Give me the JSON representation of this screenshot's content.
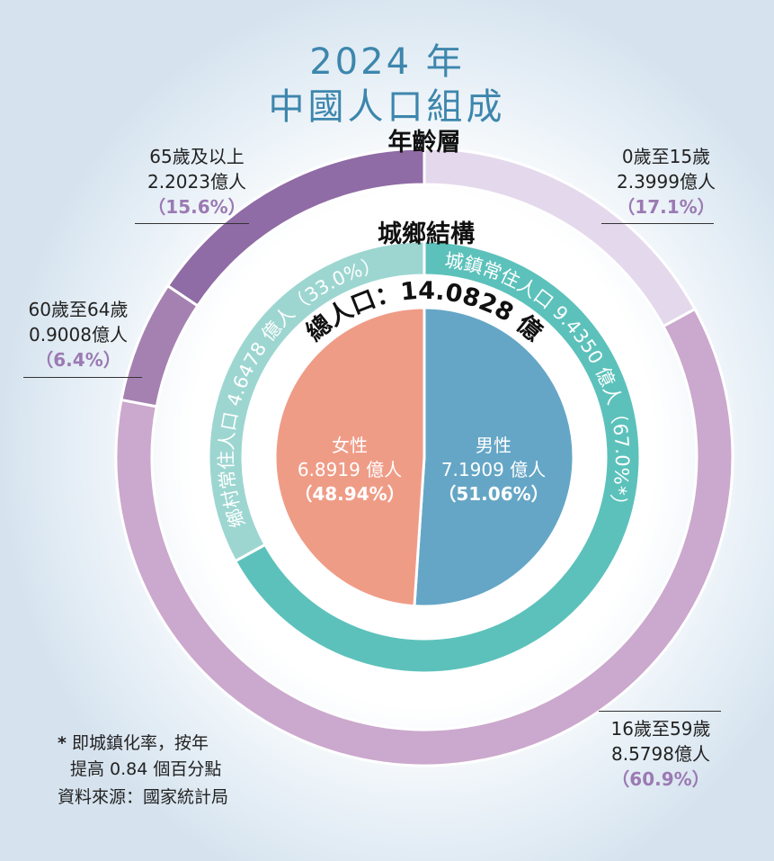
{
  "title": {
    "line1": "2024 年",
    "line2": "中國人口組成"
  },
  "ring_titles": {
    "age": "年齡層",
    "urban": "城鄉結構"
  },
  "total_label": "總人口：14.0828 億",
  "age_groups": [
    {
      "label": "0歲至15歲",
      "value": "2.3999億人",
      "pct": "（17.1%）"
    },
    {
      "label": "16歲至59歲",
      "value": "8.5798億人",
      "pct": "（60.9%）"
    },
    {
      "label": "60歲至64歲",
      "value": "0.9008億人",
      "pct": "（6.4%）"
    },
    {
      "label": "65歲及以上",
      "value": "2.2023億人",
      "pct": "（15.6%）"
    }
  ],
  "urban": {
    "urban_label": "城鎮常住人口 9.4350 億人（67.0%*）",
    "rural_label": "鄉村常住人口 4.6478 億人（33.0%）"
  },
  "gender": {
    "male": {
      "name": "男性",
      "value": "7.1909 億人",
      "pct": "（51.06%）"
    },
    "female": {
      "name": "女性",
      "value": "6.8919 億人",
      "pct": "（48.94%）"
    }
  },
  "note": {
    "star": "*",
    "line1": "即城鎮化率，按年",
    "line2": "提高 0.84 個百分點"
  },
  "source": "資料來源：國家統計局",
  "colors": {
    "title": "#3d86ad",
    "age_0_15": "#e4d9ec",
    "age_16_59": "#cba8cd",
    "age_60_64": "#a581b1",
    "age_65_plus": "#8f6ca5",
    "urban": "#5cc1bb",
    "rural": "#9dd6d1",
    "male": "#65a6c6",
    "female": "#ef9c87"
  },
  "chart_data": [
    {
      "type": "pie",
      "title": "年齡層",
      "categories": [
        "0歲至15歲",
        "16歲至59歲",
        "60歲至64歲",
        "65歲及以上"
      ],
      "values": [
        2.3999,
        8.5798,
        0.9008,
        2.2023
      ],
      "percent": [
        17.1,
        60.9,
        6.4,
        15.6
      ],
      "unit": "億人"
    },
    {
      "type": "pie",
      "title": "城鄉結構",
      "categories": [
        "城鎮常住人口",
        "鄉村常住人口"
      ],
      "values": [
        9.435,
        4.6478
      ],
      "percent": [
        67.0,
        33.0
      ],
      "unit": "億人"
    },
    {
      "type": "pie",
      "title": "總人口：14.0828 億",
      "categories": [
        "男性",
        "女性"
      ],
      "values": [
        7.1909,
        6.8919
      ],
      "percent": [
        51.06,
        48.94
      ],
      "unit": "億人"
    }
  ]
}
